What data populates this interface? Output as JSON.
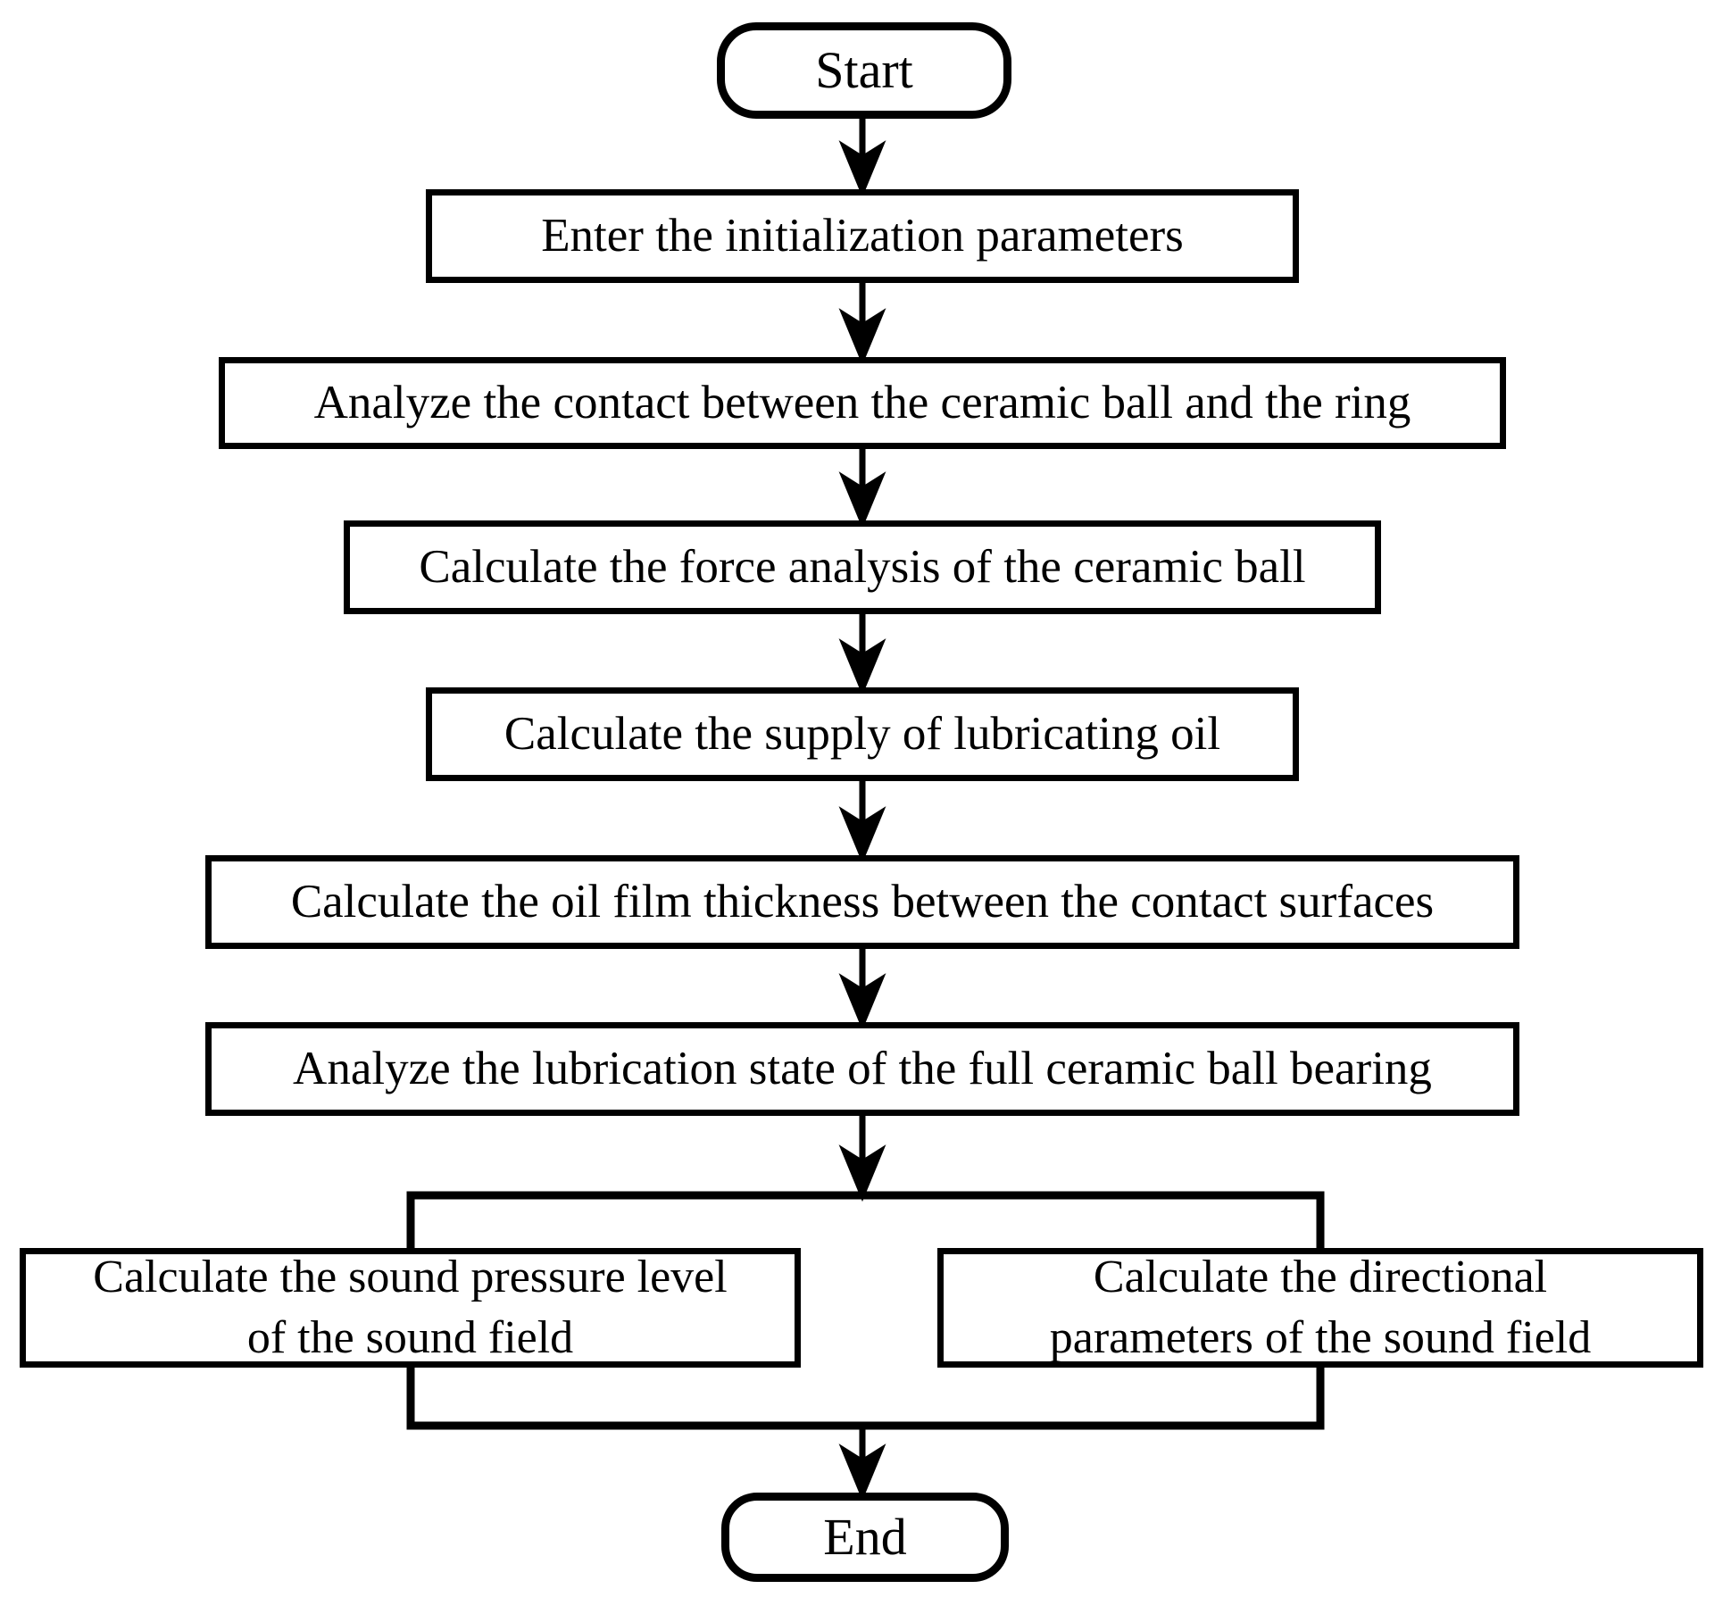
{
  "flowchart": {
    "start": {
      "label": "Start"
    },
    "steps": [
      {
        "label": "Enter the initialization parameters"
      },
      {
        "label": "Analyze the contact between the ceramic ball and the ring"
      },
      {
        "label": "Calculate the force analysis of the ceramic ball"
      },
      {
        "label": "Calculate the supply of lubricating oil"
      },
      {
        "label": "Calculate the oil film thickness between the contact surfaces"
      },
      {
        "label": "Analyze the lubrication state of the full ceramic ball bearing"
      }
    ],
    "branches": [
      {
        "lines": [
          "Calculate the sound pressure level",
          "of the sound field"
        ]
      },
      {
        "lines": [
          "Calculate the directional",
          "parameters of the sound field"
        ]
      }
    ],
    "end": {
      "label": "End"
    },
    "colors": {
      "line": "#000000",
      "box_fill": "#ffffff",
      "background": "#ffffff"
    }
  }
}
